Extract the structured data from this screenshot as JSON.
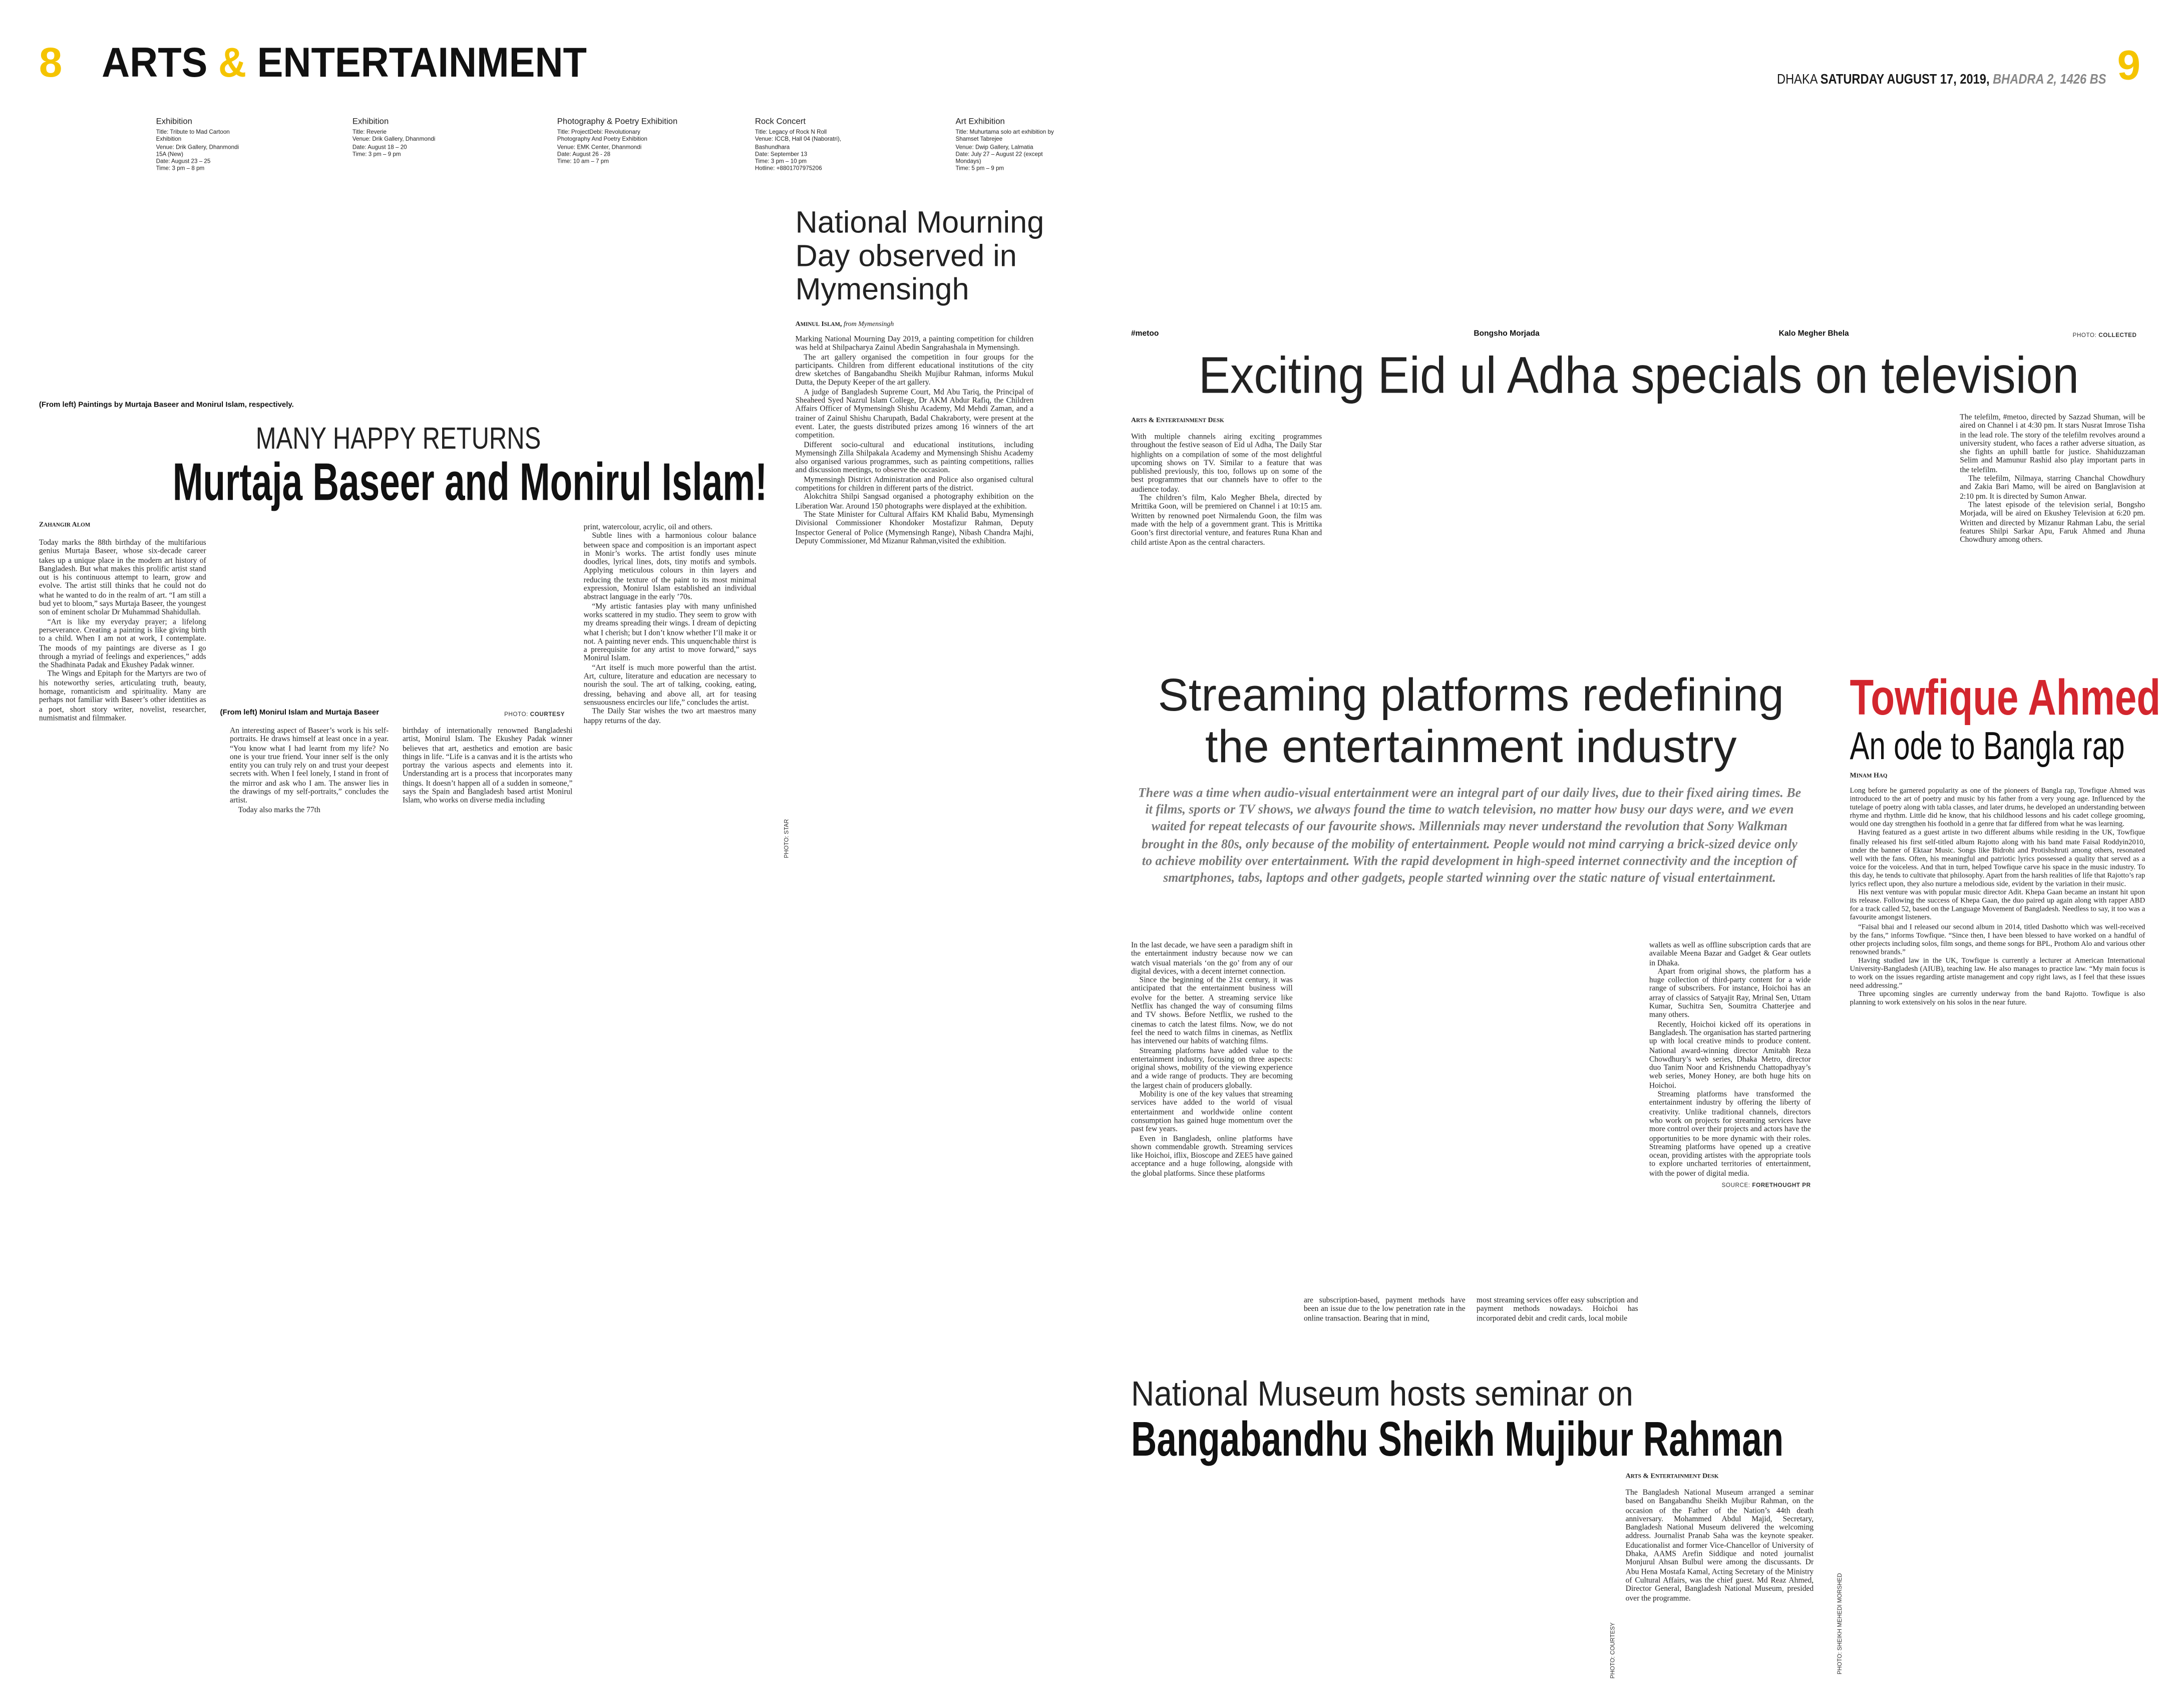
{
  "header": {
    "left_page_number": "8",
    "section_part1": "ARTS",
    "section_amp": "&",
    "section_part2": "ENTERTAINMENT",
    "dateline_city": "DHAKA",
    "dateline_date": "SATURDAY AUGUST 17, 2019,",
    "dateline_bangla": "BHADRA 2, 1426 BS",
    "right_page_number": "9",
    "accent_color": "#f5c400"
  },
  "events": [
    {
      "type": "Exhibition",
      "lines": [
        "Title: Tribute to Mad Cartoon",
        "Exhibition",
        "Venue: Drik Gallery, Dhanmondi",
        "15A (New)",
        "Date: August 23 – 25",
        "Time: 3 pm – 8 pm"
      ]
    },
    {
      "type": "Exhibition",
      "lines": [
        "Title: Reverie",
        "Venue: Drik Gallery, Dhanmondi",
        "Date: August 18 – 20",
        "Time: 3 pm – 9 pm"
      ]
    },
    {
      "type": "Photography & Poetry Exhibition",
      "lines": [
        "Title: ProjectDebi: Revolutionary",
        "Photography And Poetry Exhibition",
        "Venue: EMK Center, Dhanmondi",
        "Date: August 26 - 28",
        "Time: 10 am – 7 pm"
      ]
    },
    {
      "type": "Rock Concert",
      "lines": [
        "Title: Legacy of Rock N Roll",
        "Venue: ICCB, Hall 04 (Naboratri),",
        "Bashundhara",
        "Date: September 13",
        "Time: 3 pm – 10 pm",
        "Hotline: +8801707975206"
      ]
    },
    {
      "type": "Art Exhibition",
      "lines": [
        "Title:  Muhurtama solo art exhibition by",
        "Shamset Tabrejee",
        "Venue: Dwip Gallery, Lalmatia",
        "Date: July 27 – August 22 (except",
        "Mondays)",
        "Time: 5 pm – 9 pm"
      ]
    }
  ],
  "murtaja": {
    "photo_caption": "(From left) Paintings by Murtaja Baseer and Monirul Islam, respectively.",
    "kicker": "MANY HAPPY RETURNS",
    "headline": "Murtaja Baseer and Monirul Islam!",
    "byline": "Zahangir Alom",
    "inset_caption": "(From left) Monirul Islam and Murtaja Baseer",
    "inset_credit_label": "PHOTO:",
    "inset_credit": "COURTESY",
    "side_credit": "PHOTO: STAR",
    "col1": [
      "Today marks the 88th birthday of the multifarious genius Murtaja Baseer, whose six-decade career takes up a unique place in the modern art history of Bangladesh. But what makes this prolific artist stand out is his continuous attempt to learn, grow and evolve. The artist still thinks that he could not do what he wanted to do in the realm of art. “I am still a bud yet to bloom,” says Murtaja Baseer, the youngest son of eminent scholar Dr Muhammad Shahidullah.",
      "“Art is like my everyday prayer; a lifelong perseverance. Creating a painting is like giving birth to a child. When I am not at work, I contemplate. The moods of my paintings are diverse as I go through a myriad of feelings and experiences,” adds the Shadhinata Padak and Ekushey Padak winner.",
      "The Wings and Epitaph for the Martyrs are two of his noteworthy series, articulating truth, beauty, homage, romanticism and spirituality. Many are perhaps not familiar with Baseer’s other identities as a poet, short story writer, novelist, researcher, numismatist and filmmaker."
    ],
    "col2": [
      "An interesting aspect of Baseer’s work is his self-portraits. He draws himself at least once in a year. “You know what I had learnt from my life? No one is your true friend. Your inner self is the only entity you can truly rely on and trust your deepest secrets with. When I feel lonely, I stand in front of the mirror and ask who I am. The answer lies in the drawings of my self-portraits,” concludes the artist.",
      "Today also marks the 77th"
    ],
    "col3": [
      "birthday of internationally renowned Bangladeshi artist, Monirul Islam. The Ekushey Padak winner believes that art, aesthetics and emotion are basic things in life. “Life is a canvas and it is the artists who portray the various aspects and elements into it. Understanding art is a process that incorporates many things. It doesn’t happen all of a sudden in someone,” says the Spain and Bangladesh based artist Monirul Islam, who works on diverse media including"
    ],
    "col4": [
      "print, watercolour, acrylic, oil and others.",
      "Subtle lines with a harmonious colour balance between space and composition is an important aspect in Monir’s works. The artist fondly uses minute doodles, lyrical lines, dots, tiny motifs and symbols. Applying meticulous colours in thin layers and reducing the texture of the paint to its most minimal expression, Monirul Islam established an individual abstract language in the early ’70s.",
      "“My artistic fantasies play with many unfinished works scattered in my studio. They seem to grow with my dreams spreading their wings. I dream of depicting what I cherish; but I don’t know whether I’ll make it or not. A painting never ends. This unquenchable thirst is a prerequisite for any artist to move forward,” says Monirul Islam.",
      "“Art itself is much more powerful than the artist. Art, culture, literature and education are necessary to nourish the soul. The art of talking, cooking, eating, dressing, behaving and above all, art for teasing sensuousness encircles our life,” concludes the artist.",
      "The Daily Star wishes the two art maestros many happy returns of the day."
    ]
  },
  "mourning": {
    "headline": "National Mourning Day observed in Mymensingh",
    "byline_name": "Aminul Islam,",
    "byline_place": "from Mymensingh",
    "paragraphs": [
      "Marking National Mourning Day 2019, a painting competition for children was held at Shilpacharya Zainul Abedin Sangrahashala in Mymensingh.",
      "The art gallery organised the competition in four groups for the participants. Children from different educational institutions of the city drew sketches of Bangabandhu Sheikh Mujibur Rahman, informs Mukul Dutta, the Deputy Keeper of the art gallery.",
      "A judge of Bangladesh Supreme Court, Md Abu Tariq, the Principal of Sheaheed Syed Nazrul Islam College, Dr AKM Abdur Rafiq, the Children Affairs Officer of Mymensingh Shishu Academy, Md Mehdi Zaman, and a trainer of Zainul Shishu Charupath, Badal Chakraborty, were present at the event. Later, the guests distributed prizes among 16 winners of the art competition.",
      "Different socio-cultural and educational institutions, including Mymensingh Zilla Shilpakala Academy and Mymensingh Shishu Academy also organised various programmes, such as painting competitions, rallies and discussion meetings, to observe the occasion.",
      "Mymensingh District Administration and Police also organised cultural competitions for children in different parts of the district.",
      "Alokchitra Shilpi Sangsad organised a photography exhibition on the Liberation War. Around 150 photographs were displayed at the exhibition.",
      "The State Minister for Cultural Affairs KM Khalid Babu, Mymensingh Divisional Commissioner Khondoker Mostafizur Rahman, Deputy Inspector General of Police (Mymensingh Range), Nibash Chandra Majhi, Deputy Commissioner, Md Mizanur Rahman,visited the exhibition."
    ]
  },
  "eid": {
    "photo_labels": [
      "#metoo",
      "Bongsho Morjada",
      "Kalo Megher Bhela"
    ],
    "photo_credit_label": "PHOTO:",
    "photo_credit": "COLLECTED",
    "headline": "Exciting Eid ul Adha specials on television",
    "byline": "Arts & Entertainment Desk",
    "left": [
      "With multiple channels airing exciting programmes throughout the festive season of Eid ul Adha, The Daily Star highlights on a compilation of some of the most delightful upcoming shows on TV. Similar to a feature that was published previously, this too, follows up on some of the best programmes that our channels have to offer to the audience today.",
      "The children’s film, Kalo Megher Bhela, directed by Mrittika Goon, will be premiered on Channel i at 10:15 am. Written by renowned poet Nirmalendu Goon, the film was made with the help of a government grant. This is Mrittika Goon’s first directorial venture, and features Runa Khan and child artiste Apon as the central characters."
    ],
    "right": [
      "The telefilm, #metoo, directed by Sazzad Shuman, will be aired on Channel i at 4:30 pm. It stars Nusrat Imrose Tisha in the lead role. The story of the telefilm revolves around a university student, who faces a rather adverse situation, as she fights an uphill battle for justice. Shahiduzzaman Selim and Mamunur Rashid also play important parts in the telefilm.",
      "The telefilm, Nilmaya, starring Chanchal Chowdhury and Zakia Bari Mamo, will be aired on Banglavision at 2:10 pm. It is directed by Sumon Anwar.",
      "The latest episode of the television serial, Bongsho Morjada, will be aired on Ekushey Television at 6:20 pm. Written and directed by Mizanur Rahman Labu, the serial features Shilpi Sarkar Apu, Faruk Ahmed and Jhuna Chowdhury among others."
    ]
  },
  "streaming": {
    "headline_line1": "Streaming platforms redefining",
    "headline_line2": "the entertainment industry",
    "standfirst": "There was a time when audio-visual entertainment were an integral part of our daily lives, due to their fixed airing times. Be it films, sports or TV shows, we always found the time to watch television, no matter how busy our days were, and we even waited for repeat telecasts of our favourite shows. Millennials may never understand the revolution that Sony Walkman brought in the 80s, only because of the mobility of entertainment. People would not mind carrying a brick-sized device only to achieve mobility over entertainment. With the rapid development in high-speed internet connectivity and the inception of smartphones, tabs, laptops and other gadgets, people started winning over the static nature of visual entertainment.",
    "col1": [
      "In the last decade, we have seen a paradigm shift in the entertainment industry because now we can watch visual materials ‘on the go’ from any of our digital devices, with a decent internet connection.",
      "Since the beginning of the 21st century, it was anticipated that the entertainment business will evolve for the better. A streaming service like Netflix has changed the way of consuming films and TV shows. Before Netflix, we rushed to the cinemas to catch the latest films. Now, we do not feel the need to watch films in cinemas, as Netflix has intervened our habits of watching films.",
      "Streaming platforms have added value to the entertainment industry, focusing on three aspects: original shows, mobility of the viewing experience and a wide range of products. They are becoming the largest chain of producers globally.",
      "Mobility is one of the key values that streaming services have added to the world of visual entertainment and worldwide online content consumption has gained huge momentum over the past few years.",
      "Even in Bangladesh, online platforms have shown commendable growth. Streaming services like Hoichoi, iflix, Bioscope and ZEE5 have gained acceptance and a huge following, alongside with the global platforms. Since these platforms"
    ],
    "col2": [
      "are subscription-based, payment methods have been an issue due to the low penetration rate in the online transaction. Bearing that in mind,"
    ],
    "col3": [
      "most streaming services offer easy subscription and payment methods nowadays.  Hoichoi has incorporated debit and credit cards, local mobile"
    ],
    "col4": [
      "wallets as well as offline subscription cards that are available Meena Bazar and Gadget & Gear outlets in Dhaka.",
      "Apart from original shows, the platform has a huge collection of third-party content for a wide range of subscribers. For instance, Hoichoi has an array of classics of Satyajit Ray, Mrinal Sen, Uttam Kumar, Suchitra Sen, Soumitra Chatterjee and many others.",
      "Recently, Hoichoi kicked off its operations in Bangladesh. The organisation has started partnering up with local creative minds to produce content. National award-winning director Amitabh Reza Chowdhury’s web series, Dhaka Metro, director duo Tanim Noor and Krishnendu Chattopadhyay’s web series, Money Honey, are both huge hits on Hoichoi.",
      "Streaming platforms have transformed the entertainment industry by offering the liberty of creativity. Unlike traditional channels, directors who work on projects for streaming services have more control over their projects and actors have the opportunities to be more dynamic with their roles. Streaming platforms have opened up a creative ocean, providing artistes with the appropriate tools to explore uncharted territories of entertainment, with the power of digital media."
    ],
    "source_label": "SOURCE:",
    "source": "FORETHOUGHT PR"
  },
  "towfique": {
    "name": "Towfique Ahmed",
    "subhead": "An ode to Bangla rap",
    "byline": "Minam Haq",
    "name_color": "#d3262e",
    "paragraphs": [
      "Long before he garnered popularity as one of the pioneers of Bangla rap, Towfique Ahmed was introduced to the art of poetry and music by his father from a very young age. Influenced by the tutelage of poetry along with tabla classes, and later drums, he developed an understanding between rhyme and rhythm. Little did he know, that his childhood lessons and his cadet college grooming, would one day strengthen his foothold in a genre that far differed from what he was learning.",
      "Having featured as a guest artiste in two different albums while residing in the UK, Towfique finally released his first self-titled album Rajotto along with his band mate Faisal Roddyin2010, under the banner of Ektaar Music. Songs like Bidrohi and Protishshruti among others, resonated well with the fans. Often, his meaningful and patriotic lyrics possessed a quality that served as a voice for the voiceless. And that in turn, helped Towfique carve his space in the music industry. To this day, he tends to cultivate that philosophy. Apart from the harsh realities of life that Rajotto’s rap lyrics reflect upon, they also nurture a melodious side, evident by the variation in their music.",
      "His next venture was with popular music director Adit. Khepa Gaan became an instant hit upon its release. Following the success of Khepa Gaan, the duo paired up again along with rapper ABD for a track called 52, based on the Language Movement of Bangladesh. Needless to say, it too was a favourite amongst listeners.",
      "“Faisal bhai and I released our second album in 2014, titled Dashotto which was well-received by the fans,” informs Towfique. “Since then, I have been blessed to have worked on a handful of other projects including solos, film songs, and theme songs for BPL, Prothom Alo and various other renowned brands.”",
      "Having studied law in the UK, Towfique is currently a lecturer at American International University-Bangladesh (AIUB), teaching law. He also manages to practice law. “My main focus is to work on the issues regarding artiste management and copy right laws, as I feel that these issues need addressing.”",
      "Three upcoming singles are currently underway from the band Rajotto. Towfique is also planning to work extensively on his solos in the near future."
    ]
  },
  "museum": {
    "headline_line1": "National Museum hosts seminar on",
    "headline_line2": "Bangabandhu Sheikh Mujibur Rahman",
    "byline": "Arts & Entertainment Desk",
    "credit_left": "PHOTO: COURTESY",
    "credit_right": "PHOTO: SHEIKH MEHEDI MORSHED",
    "paragraphs": [
      "The Bangladesh National Museum arranged a seminar based on Bangabandhu Sheikh Mujibur Rahman, on the occasion of the Father of the Nation’s 44th death anniversary. Mohammed Abdul Majid, Secretary, Bangladesh National Museum delivered the welcoming address. Journalist Pranab Saha was the keynote speaker. Educationalist and former Vice-Chancellor of University of Dhaka, AAMS Arefin Siddique and noted journalist Monjurul Ahsan Bulbul were among the discussants. Dr Abu Hena Mostafa Kamal, Acting Secretary of the Ministry of Cultural Affairs, was the chief guest. Md Reaz Ahmed, Director General, Bangladesh National Museum, presided over the programme."
    ]
  }
}
